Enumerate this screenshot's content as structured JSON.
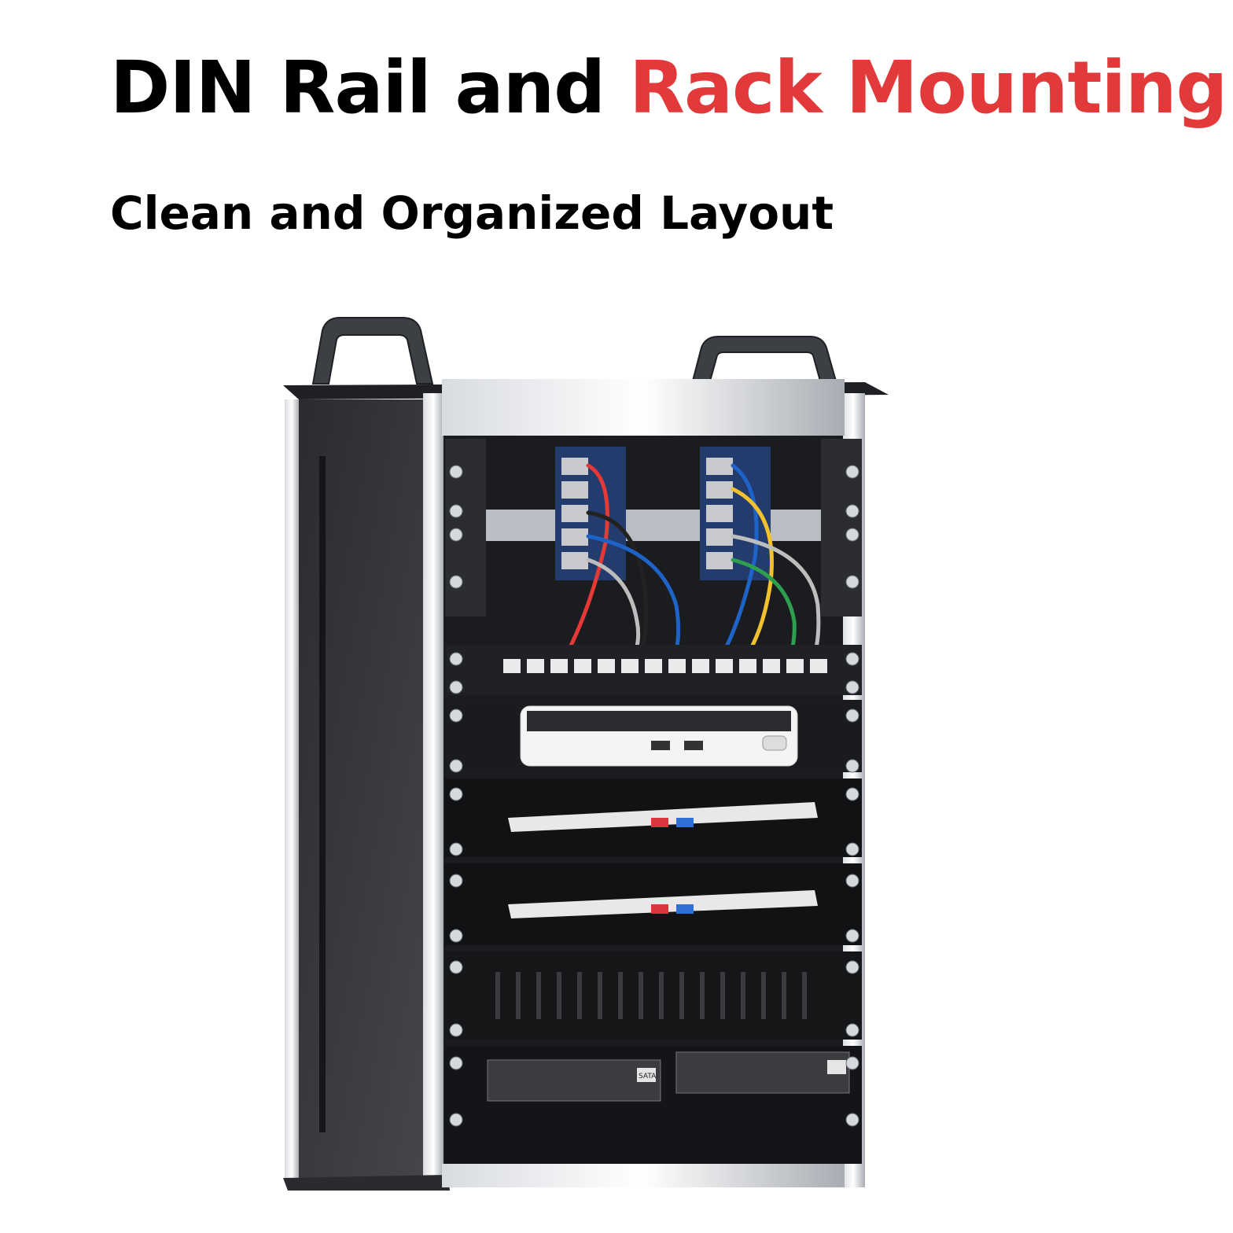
{
  "headline": {
    "part1": "DIN Rail and ",
    "part2": "Rack Mounting"
  },
  "subheadline": "Clean and Organized Layout",
  "colors": {
    "accent": "#e23a3a",
    "text": "#000000",
    "background": "#ffffff"
  },
  "product_labels": {
    "drive_label": "SATA"
  }
}
